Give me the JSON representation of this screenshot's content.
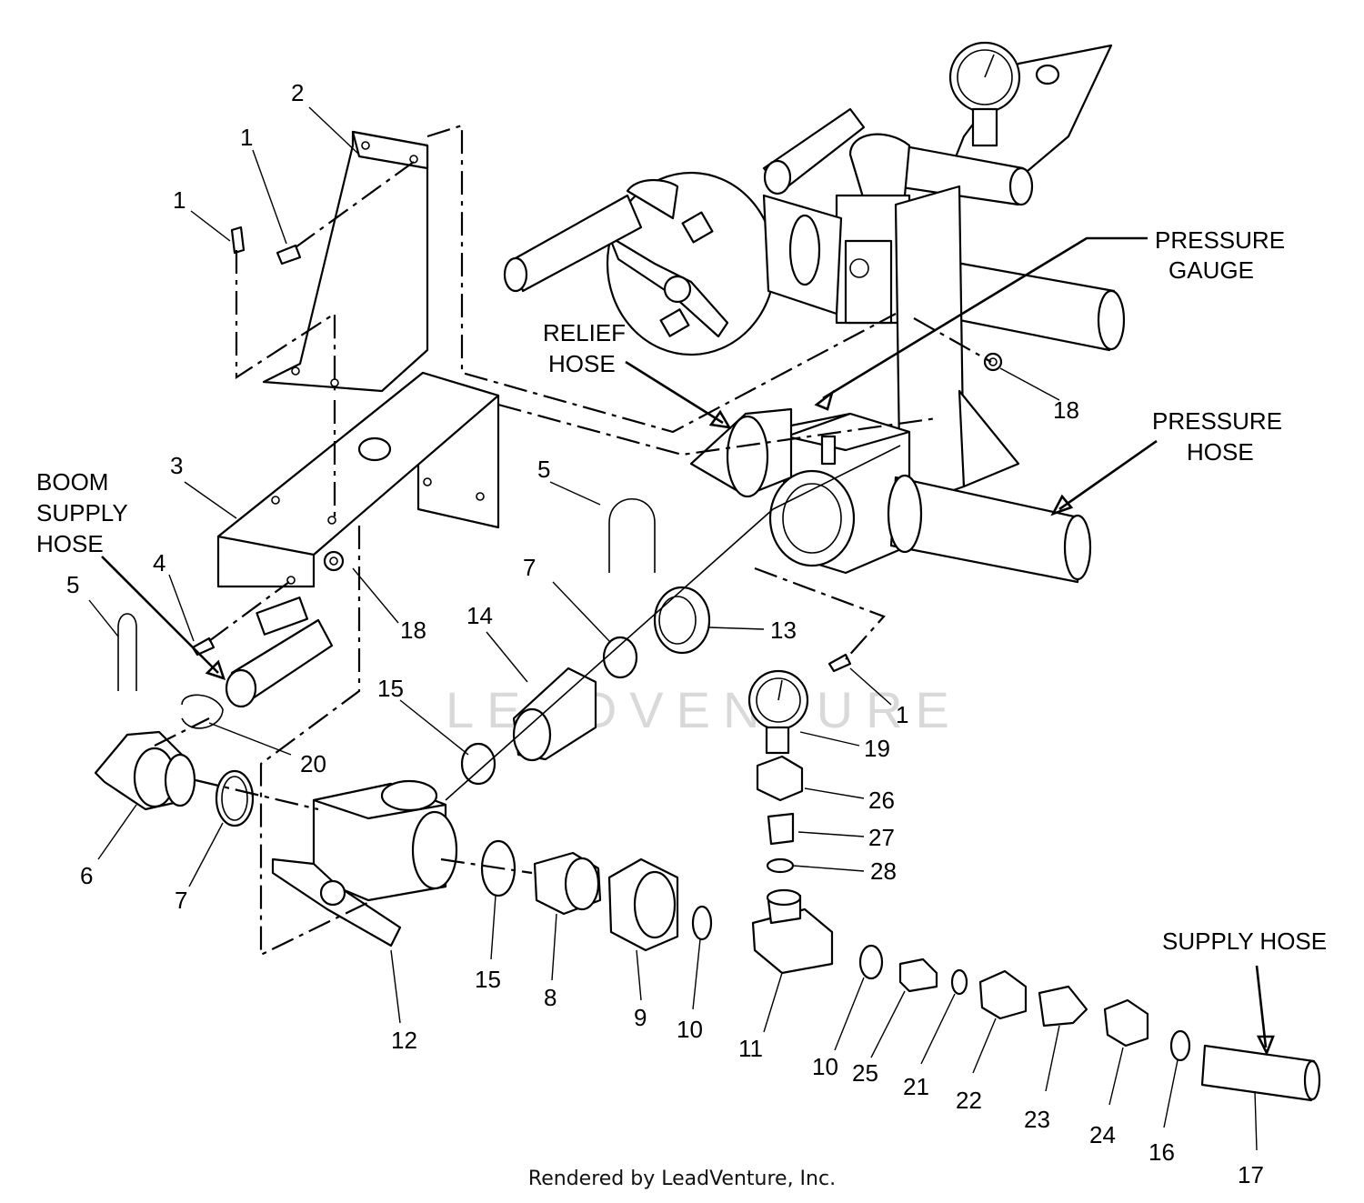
{
  "footer": "Rendered by LeadVenture, Inc.",
  "watermark": "LEADVENTURE",
  "callouts": {
    "pressure_gauge": [
      "PRESSURE",
      "GAUGE"
    ],
    "relief_hose": [
      "RELIEF",
      "HOSE"
    ],
    "pressure_hose": [
      "PRESSURE",
      "HOSE"
    ],
    "boom_supply_hose": [
      "BOOM",
      "SUPPLY",
      "HOSE"
    ],
    "supply_hose": "SUPPLY HOSE"
  },
  "part_numbers": {
    "p2": "2",
    "p1_top": "1",
    "p1_left": "1",
    "p1_bottom": "1",
    "p3": "3",
    "p4": "4",
    "p5_left": "5",
    "p5_mid": "5",
    "p6": "6",
    "p7_left": "7",
    "p7_mid": "7",
    "p8": "8",
    "p9": "9",
    "p10_a": "10",
    "p10_b": "10",
    "p11": "11",
    "p12": "12",
    "p13": "13",
    "p14": "14",
    "p15_top": "15",
    "p15_bottom": "15",
    "p16": "16",
    "p17": "17",
    "p18_top": "18",
    "p18_mid": "18",
    "p19": "19",
    "p20": "20",
    "p21": "21",
    "p22": "22",
    "p23": "23",
    "p24": "24",
    "p25": "25",
    "p26": "26",
    "p27": "27",
    "p28": "28"
  }
}
